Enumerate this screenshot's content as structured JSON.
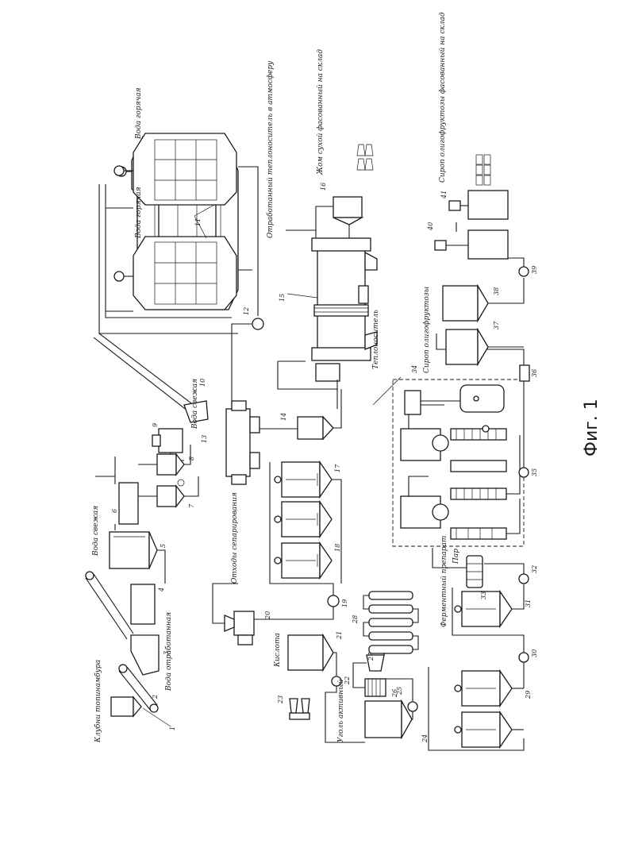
{
  "figure": {
    "caption": "Фиг. 1",
    "color_ink": "#1a1a1a",
    "color_paper": "#ffffff"
  },
  "labels": {
    "tubers": "Клубни топинамбура",
    "water_spent": "Вода отработанная",
    "water_fresh_1": "Вода свежая",
    "water_fresh_2": "Вода свежая",
    "water_hot_1": "Вода горячая",
    "water_hot_2": "Вода горячая",
    "coolant_spent": "Отработанный теплоноситель в атмосферу",
    "dry_pulp": "Жом сухой фасованный на склад",
    "coolant": "Теплоноситель",
    "syrup_packed": "Сироп олигофруктозы фасованный на склад",
    "syrup": "Сироп олигофруктозы",
    "separation_waste": "Отходы сепарирования",
    "acid": "Кислота",
    "carbon": "Уголь активный",
    "enzyme": "Ферментный препарат",
    "steam": "Пар"
  },
  "numbers": [
    "1",
    "2",
    "3",
    "4",
    "5",
    "6",
    "7",
    "8",
    "9",
    "10",
    "11",
    "12",
    "13",
    "14",
    "15",
    "16",
    "17",
    "18",
    "19",
    "20",
    "21",
    "22",
    "23",
    "24",
    "25",
    "26",
    "27",
    "28",
    "29",
    "30",
    "31",
    "32",
    "33",
    "34",
    "35",
    "36",
    "37",
    "38",
    "39",
    "40",
    "41"
  ]
}
